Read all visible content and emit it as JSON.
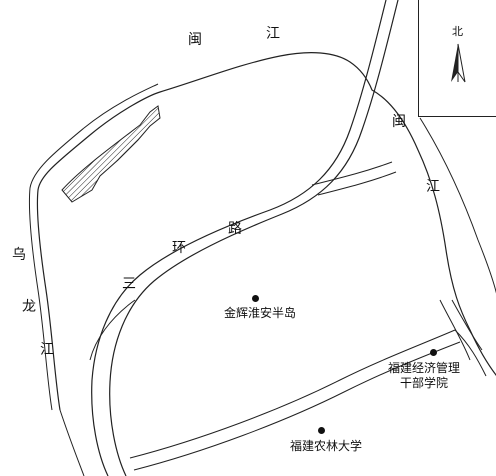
{
  "map": {
    "rivers": {
      "min_river_top": "闽",
      "min_river_top_2": "江",
      "min_river_right": "闽",
      "min_river_right_2": "江",
      "wulong_1": "乌",
      "wulong_2": "龙",
      "wulong_3": "江"
    },
    "road": {
      "char_1": "三",
      "char_2": "环",
      "char_3": "路"
    },
    "places": [
      {
        "line1": "金辉淮安半岛",
        "line2": ""
      },
      {
        "line1": "福建经济管理",
        "line2": "干部学院"
      },
      {
        "line1": "福建农林大学",
        "line2": ""
      }
    ],
    "north": {
      "label": "北",
      "icon": "north-arrow-icon"
    }
  },
  "colors": {
    "line": "#222222",
    "background": "#ffffff"
  }
}
